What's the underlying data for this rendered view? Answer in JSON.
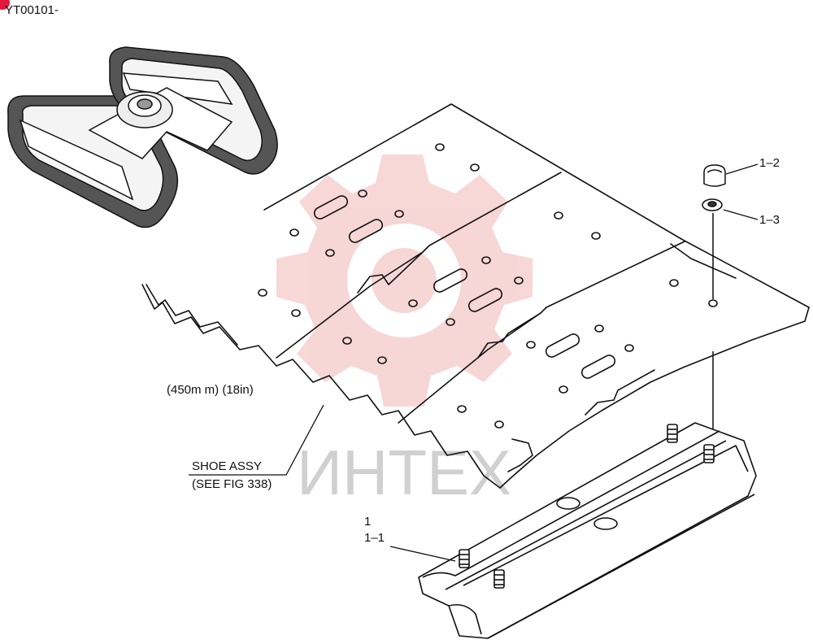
{
  "figure_id": "YT00101-",
  "callouts": {
    "nut": "1–2",
    "washer": "1–3",
    "pad_item": "1",
    "pad_subitem": "1–1"
  },
  "labels": {
    "width_note": "(450m m) (18in)",
    "shoe_assy": "SHOE ASSY",
    "see_fig": "(SEE FIG 338)"
  },
  "watermark_text": "ИНТЕХ",
  "colors": {
    "line": "#111111",
    "watermark": "#f2b6b6",
    "watermark_text": "#bdbdbd",
    "badge": "#e01a3c"
  }
}
